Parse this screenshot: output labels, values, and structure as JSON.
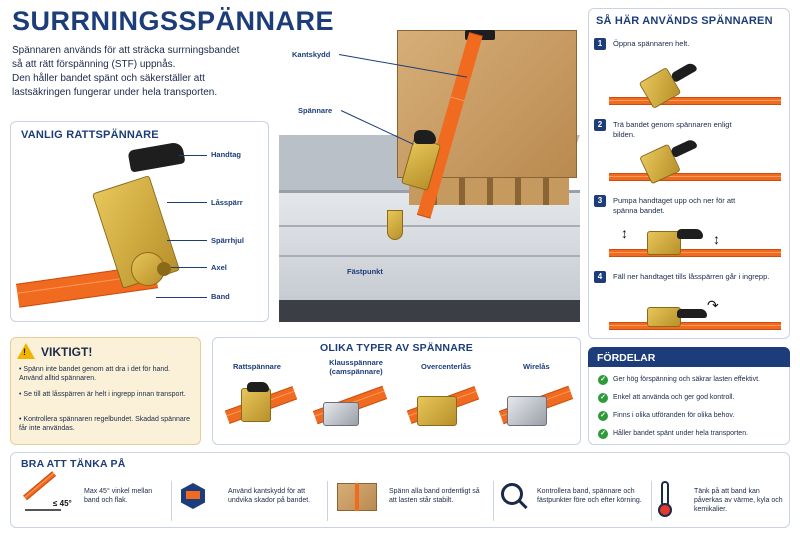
{
  "title": "SURRNINGSSPÄNNARE",
  "intro": [
    "Spännaren används för att sträcka surrningsbandet",
    "så att rätt förspänning (STF) uppnås.",
    "Den håller bandet spänt och säkerställer att",
    "lastsäkringen fungerar under hela transporten."
  ],
  "ratchet_panel": {
    "title": "VANLIG RATTSPÄNNARE",
    "labels": [
      "Handtag",
      "Låsspärr",
      "Spärrhjul",
      "Axel",
      "Band"
    ]
  },
  "truck_labels": {
    "kantskydd": "Kantskydd",
    "spannare": "Spännare",
    "fastpunkt": "Fästpunkt"
  },
  "howto": {
    "title": "SÅ HÄR ANVÄNDS SPÄNNAREN",
    "steps": [
      {
        "num": "1",
        "text": "Öppna spännaren helt."
      },
      {
        "num": "2",
        "text": "Trä bandet genom spännaren enligt bilden."
      },
      {
        "num": "3",
        "text": "Pumpa handtaget upp och ner för att spänna bandet."
      },
      {
        "num": "4",
        "text": "Fäll ner handtaget tills låsspärren går i ingrepp."
      }
    ]
  },
  "warning": {
    "title": "VIKTIGT!",
    "items": [
      "Spänn inte bandet genom att dra i det för hand. Använd alltid spännaren.",
      "Se till att låsspärren är helt i ingrepp innan transport.",
      "Kontrollera spännaren regelbundet. Skadad spännare får inte användas."
    ]
  },
  "types": {
    "title": "OLIKA TYPER AV SPÄNNARE",
    "items": [
      "Rattspännare",
      "Klausspännare (camspännare)",
      "Overcenterlås",
      "Wirelås"
    ]
  },
  "benefits": {
    "title": "FÖRDELAR",
    "items": [
      "Ger hög förspänning och säkrar lasten effektivt.",
      "Enkel att använda och ger god kontroll.",
      "Finns i olika utföranden för olika behov.",
      "Håller bandet spänt under hela transporten."
    ]
  },
  "tips": {
    "title": "BRA ATT TÄNKA PÅ",
    "angle_label": "≤ 45°",
    "items": [
      "Max 45° vinkel mellan band och flak.",
      "Använd kantskydd för att undvika skador på bandet.",
      "Spänn alla band ordentligt så att lasten står stabilt.",
      "Kontrollera band, spännare och fästpunkter före och efter körning.",
      "Tänk på att band kan påverkas av värme, kyla och kemikalier."
    ]
  },
  "colors": {
    "navy": "#1c3d7a",
    "orange": "#f06a1f",
    "warning": "#fbf1d8",
    "check": "#2e9b3a"
  }
}
